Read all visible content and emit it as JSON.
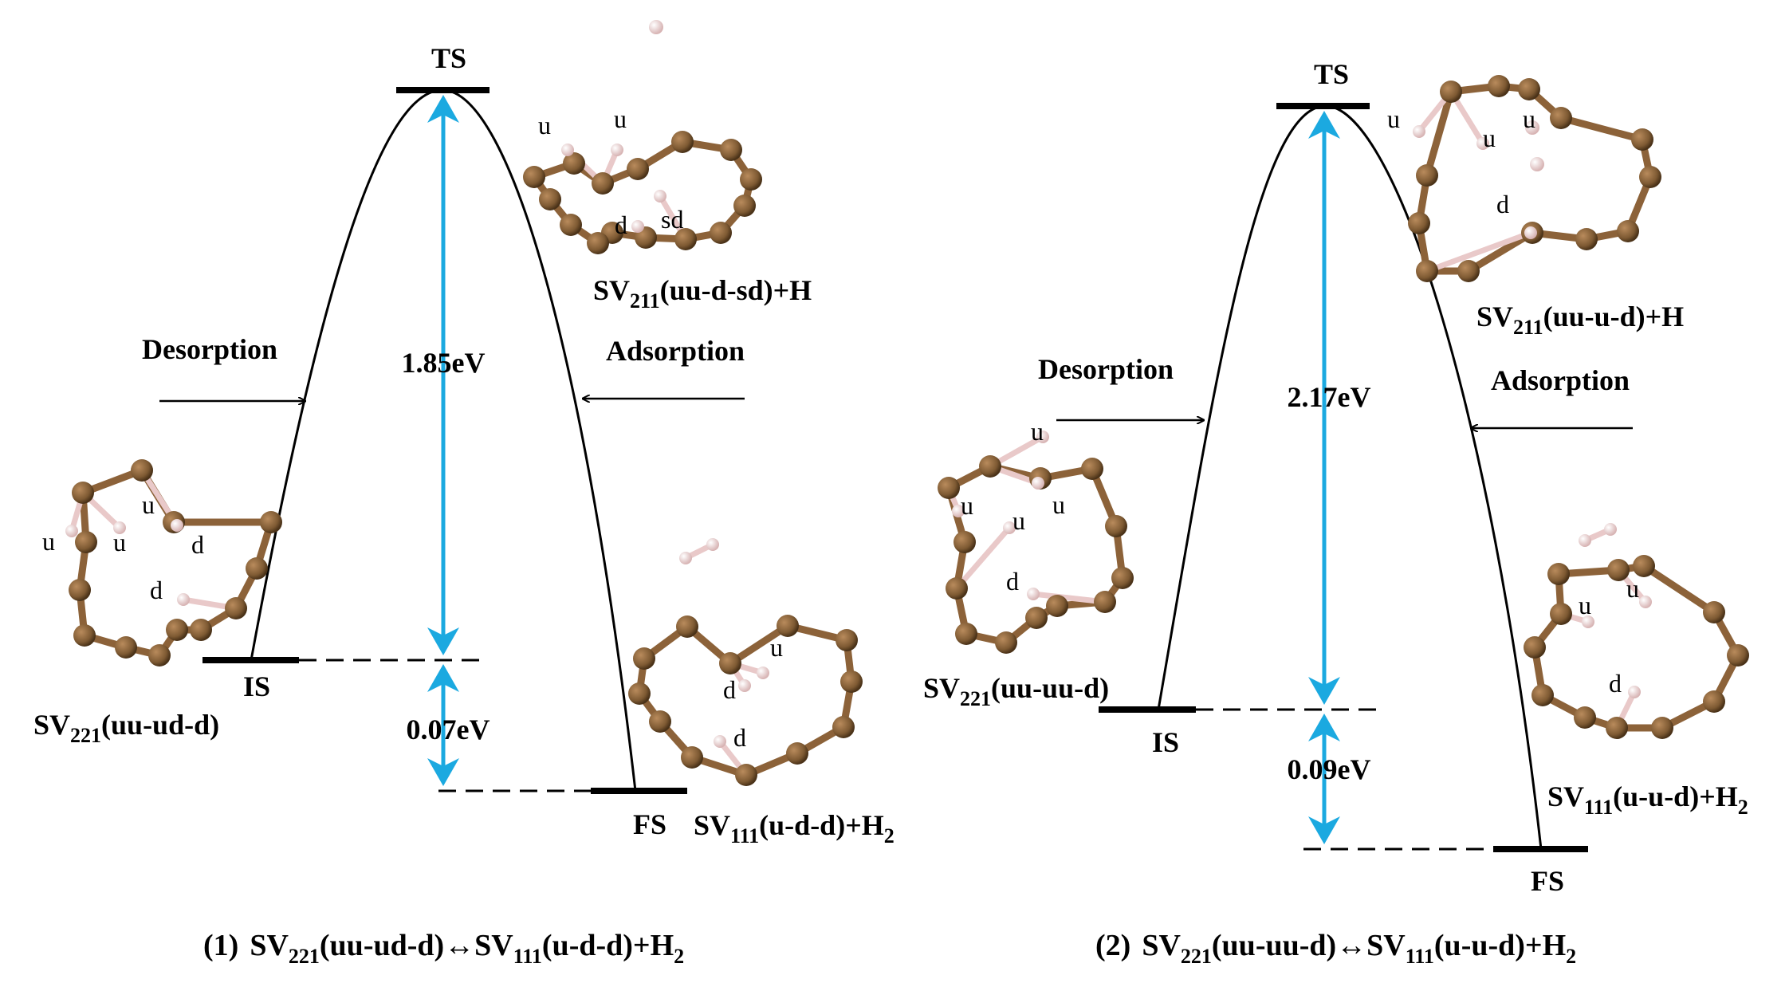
{
  "colors": {
    "curve": "#000000",
    "arrow": "#1BA9E0",
    "carbon": "#8C6239",
    "hydrogen": "#E9C9C9"
  },
  "panel1": {
    "ts": "TS",
    "is": "IS",
    "fs": "FS",
    "barrier": "1.85eV",
    "delta": "0.07eV",
    "desorption": "Desorption",
    "adsorption": "Adsorption",
    "is_name": {
      "base": "SV",
      "sub": "221",
      "rest": "(uu-ud-d)"
    },
    "ts_name": {
      "base": "SV",
      "sub": "211",
      "rest": "(uu-d-sd)+H"
    },
    "fs_name": {
      "base": "SV",
      "sub": "111",
      "rest": "(u-d-d)+H",
      "sub2": "2"
    },
    "caption": {
      "num": "(1)",
      "a": "SV",
      "a_sub": "221",
      "b": "(uu-ud-d)↔SV",
      "b_sub": "111",
      "c": "(u-d-d)+H",
      "c_sub": "2"
    },
    "is_labels": [
      "u",
      "u",
      "u",
      "d",
      "d"
    ],
    "ts_labels": [
      "u",
      "u",
      "d",
      "sd"
    ],
    "fs_labels": [
      "u",
      "d",
      "d"
    ]
  },
  "panel2": {
    "ts": "TS",
    "is": "IS",
    "fs": "FS",
    "barrier": "2.17eV",
    "delta": "0.09eV",
    "desorption": "Desorption",
    "adsorption": "Adsorption",
    "is_name": {
      "base": "SV",
      "sub": "221",
      "rest": "(uu-uu-d)"
    },
    "ts_name": {
      "base": "SV",
      "sub": "211",
      "rest": "(uu-u-d)+H"
    },
    "fs_name": {
      "base": "SV",
      "sub": "111",
      "rest": "(u-u-d)+H",
      "sub2": "2"
    },
    "caption": {
      "num": "(2)",
      "a": "SV",
      "a_sub": "221",
      "b": "(uu-uu-d)↔SV",
      "b_sub": "111",
      "c": "(u-u-d)+H",
      "c_sub": "2"
    },
    "is_labels": [
      "u",
      "u",
      "u",
      "u",
      "d"
    ],
    "ts_labels": [
      "u",
      "u",
      "u",
      "d"
    ],
    "fs_labels": [
      "u",
      "u",
      "d"
    ]
  }
}
